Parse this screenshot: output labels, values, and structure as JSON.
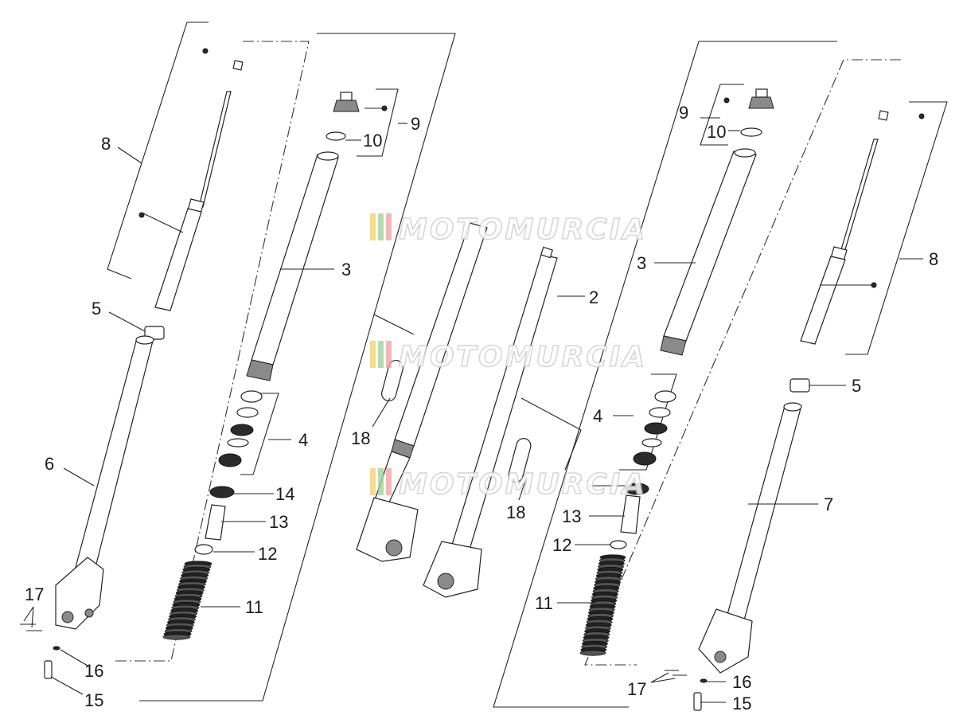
{
  "watermark": "MOTOMURCIA",
  "colors": {
    "watermark_stripe_1": "#f3d36b",
    "watermark_stripe_2": "#9fd39a",
    "watermark_stripe_3": "#f2a3a3",
    "line": "#222222"
  },
  "left_assembly": {
    "labels": {
      "p8": "8",
      "p5": "5",
      "p6": "6",
      "p3": "3",
      "p9": "9",
      "p10": "10",
      "p4": "4",
      "p14": "14",
      "p13": "13",
      "p12": "12",
      "p11": "11",
      "p17": "17",
      "p16": "16",
      "p15": "15"
    }
  },
  "center_assembly": {
    "labels": {
      "p2": "2",
      "p18a": "18",
      "p18b": "18"
    }
  },
  "right_assembly": {
    "labels": {
      "p9": "9",
      "p10": "10",
      "p3": "3",
      "p8": "8",
      "p5": "5",
      "p4": "4",
      "p13": "13",
      "p12": "12",
      "p11": "11",
      "p7": "7",
      "p17": "17",
      "p16": "16",
      "p15": "15"
    }
  }
}
